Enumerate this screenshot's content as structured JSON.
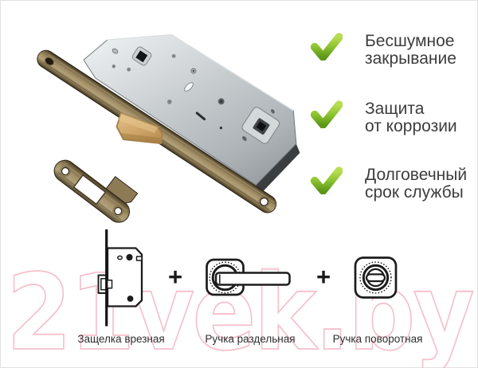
{
  "features": [
    {
      "icon": "checkmark-icon",
      "lines": [
        "Бесшумное",
        "закрывание"
      ]
    },
    {
      "icon": "checkmark-icon",
      "lines": [
        "Защита",
        "от коррозии"
      ]
    },
    {
      "icon": "checkmark-icon",
      "lines": [
        "Долговечный",
        "срок службы"
      ]
    }
  ],
  "components": {
    "separator": "+",
    "items": [
      {
        "label": "Защелка врезная",
        "icon": "mortise-latch-diagram"
      },
      {
        "label": "Ручка раздельная",
        "icon": "lever-handle-diagram"
      },
      {
        "label": "Ручка поворотная",
        "icon": "turn-knob-diagram"
      }
    ]
  },
  "watermark": "21vek.by",
  "colors": {
    "check_green_light": "#b3dc4e",
    "check_green_dark": "#61991b",
    "feature_text": "#3d3d3d",
    "diagram_ink": "#1c1c1c",
    "watermark_pink": "#f5bfcb",
    "faceplate_bronze": "#a18d65",
    "lock_steel": "#c6cbce",
    "latch_tan": "#cda266",
    "background": "#ffffff"
  }
}
